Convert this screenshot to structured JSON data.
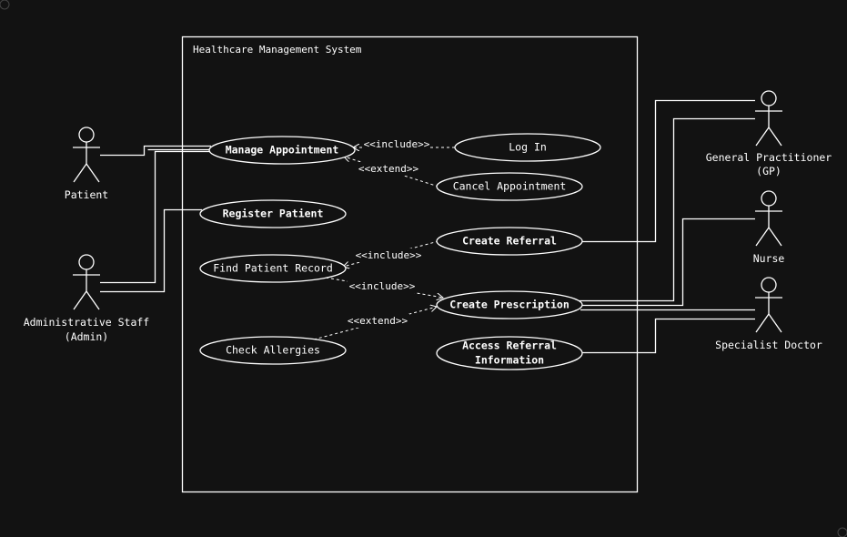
{
  "system": {
    "title": "Healthcare Management System"
  },
  "actors": {
    "patient": "Patient",
    "admin": [
      "Administrative Staff",
      "(Admin)"
    ],
    "gp": [
      "General Practitioner",
      "(GP)"
    ],
    "nurse": "Nurse",
    "specialist": "Specialist Doctor"
  },
  "use_cases": {
    "manage_appointment": "Manage Appointment",
    "log_in": "Log In",
    "cancel_appointment": "Cancel Appointment",
    "register_patient": "Register Patient",
    "find_patient_record": "Find Patient Record",
    "create_referral": "Create Referral",
    "create_prescription": "Create Prescription",
    "check_allergies": "Check Allergies",
    "access_referral": [
      "Access Referral",
      "Information"
    ]
  },
  "relations": {
    "include_login": "<<include>>",
    "extend_cancel": "<<extend>>",
    "include_referral": "<<include>>",
    "include_prescription": "<<include>>",
    "extend_allergies": "<<extend>>"
  },
  "colors": {
    "background": "#121212",
    "foreground": "#ffffff"
  }
}
